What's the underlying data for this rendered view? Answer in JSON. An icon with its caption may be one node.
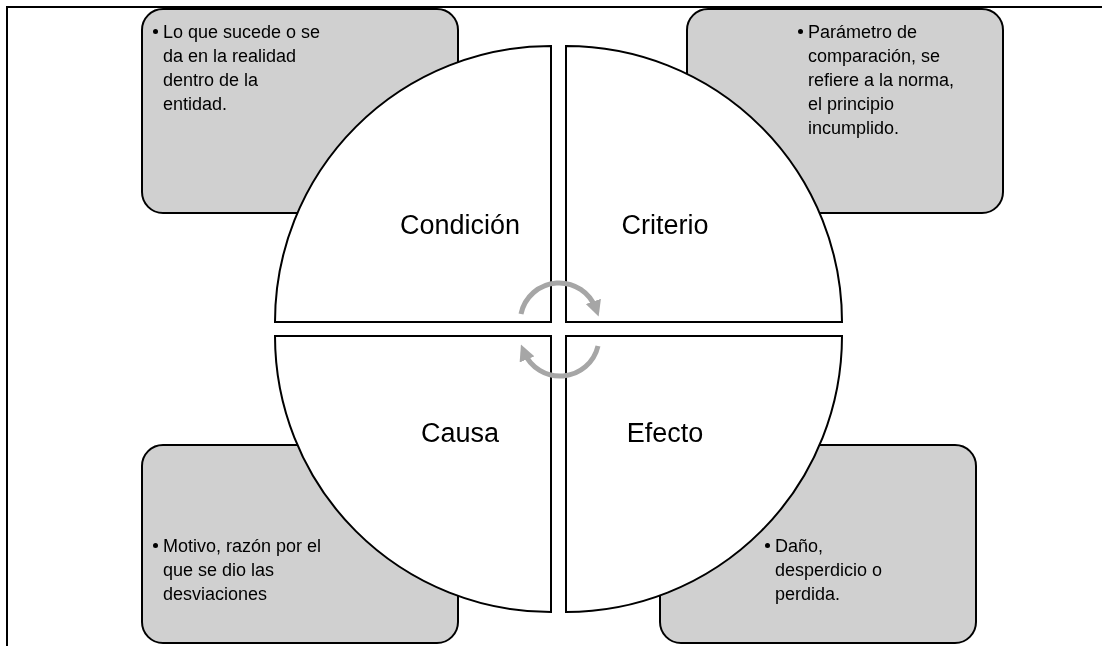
{
  "diagram": {
    "nodes": [
      {
        "text": [
          "Lo que sucede o se da en la realidad dentro de la entidad."
        ]
      },
      {
        "text": [
          "Parámetro de comparación, se refiere a la norma, el principio incumplido."
        ]
      },
      {
        "text": [
          "Condición"
        ]
      },
      {
        "text": [
          "Criterio"
        ]
      },
      {
        "text": [
          "Causa"
        ]
      },
      {
        "text": [
          "Efecto"
        ]
      },
      {
        "text": [
          "Motivo, razón por el que se dio las desviaciones"
        ]
      },
      {
        "text": [
          "Daño, desperdicio o perdida."
        ]
      }
    ],
    "edges": [
      {
        "from": 2,
        "to": 3,
        "arrow": "to",
        "color": "#a6a6a6"
      },
      {
        "from": 5,
        "to": 4,
        "arrow": "to",
        "color": "#a6a6a6"
      }
    ]
  }
}
